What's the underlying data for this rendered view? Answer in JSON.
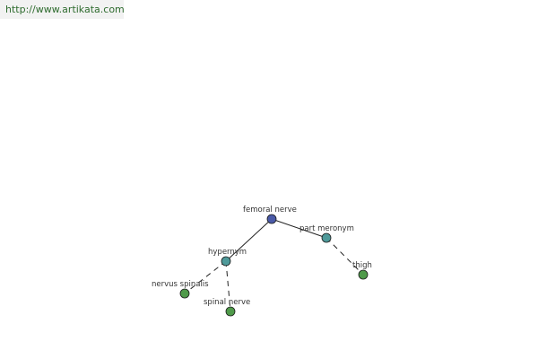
{
  "source_url": "http://www.artikata.com",
  "colors": {
    "root_node": "#4a5aa8",
    "relation_node": "#4f9a9a",
    "leaf_node": "#4f9a4a",
    "edge": "#222222",
    "url_text": "#2e6b2e"
  },
  "graph": {
    "nodes": [
      {
        "id": "femoral-nerve",
        "label": "femoral nerve",
        "kind": "root"
      },
      {
        "id": "hypernym",
        "label": "hypernym",
        "kind": "relation"
      },
      {
        "id": "part-meronym",
        "label": "part meronym",
        "kind": "relation"
      },
      {
        "id": "nervus-spinalis",
        "label": "nervus spinalis",
        "kind": "leaf"
      },
      {
        "id": "spinal-nerve",
        "label": "spinal nerve",
        "kind": "leaf"
      },
      {
        "id": "thigh",
        "label": "thigh",
        "kind": "leaf"
      }
    ],
    "edges": [
      {
        "from": "femoral-nerve",
        "to": "hypernym",
        "style": "solid"
      },
      {
        "from": "femoral-nerve",
        "to": "part-meronym",
        "style": "solid"
      },
      {
        "from": "hypernym",
        "to": "nervus-spinalis",
        "style": "dashed"
      },
      {
        "from": "hypernym",
        "to": "spinal-nerve",
        "style": "dashed"
      },
      {
        "from": "part-meronym",
        "to": "thigh",
        "style": "dashed"
      }
    ]
  }
}
